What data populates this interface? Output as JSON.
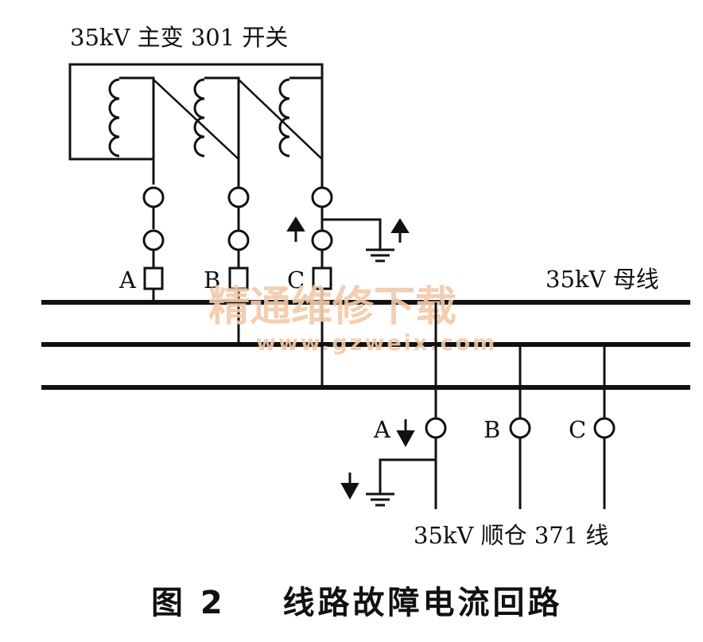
{
  "diagram": {
    "title_switch": "35kV 主变 301 开关",
    "bus_label": "35kV 母线",
    "line_label": "35kV 顺仓 371 线",
    "breaker_phases": [
      "A",
      "B",
      "C"
    ],
    "line_phases": [
      "A",
      "B",
      "C"
    ]
  },
  "caption": "图 2    线路故障电流回路",
  "watermark": {
    "cn": "精通维修下载",
    "url": "www.gzweix.com"
  }
}
